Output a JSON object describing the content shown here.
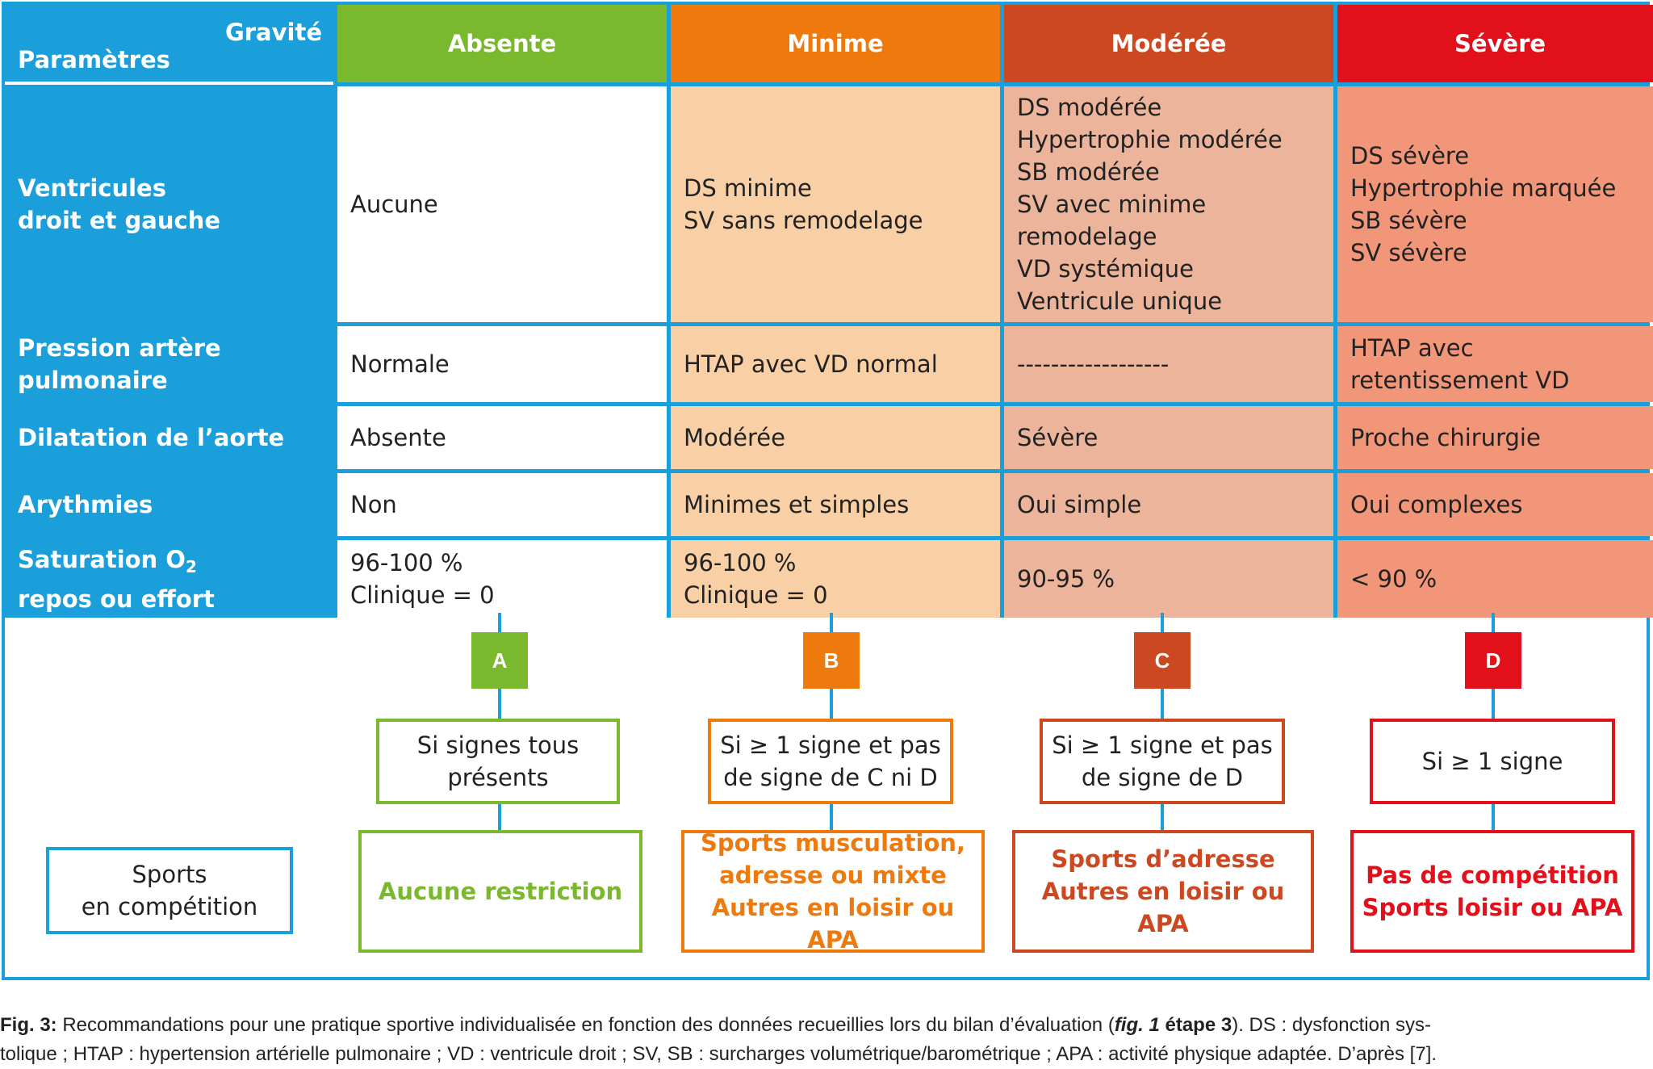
{
  "colors": {
    "border_blue": "#1a9fdb",
    "absente": "#7ab82e",
    "minime": "#ee7a0e",
    "moderee": "#cc4820",
    "severe": "#e2101a",
    "minime_fill": "#f9d0a6",
    "moderee_fill": "#ecb49a",
    "severe_fill": "#f2967a"
  },
  "table": {
    "corner_top": "Gravité",
    "corner_bottom": "Paramètres",
    "headers": [
      "Absente",
      "Minime",
      "Modérée",
      "Sévère"
    ],
    "rows": [
      {
        "param": [
          "Ventricules",
          "droit et gauche"
        ],
        "cells": [
          [
            "Aucune"
          ],
          [
            "DS minime",
            "SV sans remodelage"
          ],
          [
            "DS modérée",
            "Hypertrophie modérée",
            "SB modérée",
            "SV avec minime",
            "remodelage",
            "VD systémique",
            "Ventricule unique"
          ],
          [
            "DS sévère",
            "Hypertrophie marquée",
            "SB sévère",
            "SV sévère"
          ]
        ]
      },
      {
        "param": [
          "Pression artère",
          "pulmonaire"
        ],
        "cells": [
          [
            "Normale"
          ],
          [
            "HTAP avec VD normal"
          ],
          [
            "------------------"
          ],
          [
            "HTAP avec",
            "retentissement VD"
          ]
        ]
      },
      {
        "param": [
          "Dilatation de l’aorte"
        ],
        "cells": [
          [
            "Absente"
          ],
          [
            "Modérée"
          ],
          [
            "Sévère"
          ],
          [
            "Proche chirurgie"
          ]
        ]
      },
      {
        "param": [
          "Arythmies"
        ],
        "cells": [
          [
            "Non"
          ],
          [
            "Minimes et simples"
          ],
          [
            "Oui simple"
          ],
          [
            "Oui complexes"
          ]
        ]
      },
      {
        "param_sat": {
          "line1": "Saturation O",
          "sub": "2",
          "line2": "repos ou effort"
        },
        "cells": [
          [
            "96-100 %",
            "Clinique = 0"
          ],
          [
            "96-100 %",
            "Clinique = 0"
          ],
          [
            "90-95 %"
          ],
          [
            "< 90 %"
          ]
        ]
      }
    ]
  },
  "flow": {
    "sports_label": [
      "Sports",
      "en compétition"
    ],
    "categories": [
      {
        "letter": "A",
        "condition": [
          "Si signes tous",
          "présents"
        ],
        "recommendation": [
          "Aucune restriction"
        ]
      },
      {
        "letter": "B",
        "condition": [
          "Si ≥ 1 signe et pas",
          "de signe de C ni D"
        ],
        "recommendation": [
          "Sports musculation,",
          "adresse ou mixte",
          "Autres en loisir ou APA"
        ]
      },
      {
        "letter": "C",
        "condition": [
          "Si ≥ 1 signe et pas",
          "de signe de D"
        ],
        "recommendation": [
          "Sports d’adresse",
          "Autres en loisir ou APA"
        ]
      },
      {
        "letter": "D",
        "condition": [
          "Si ≥ 1 signe"
        ],
        "recommendation": [
          "Pas de compétition",
          "Sports loisir ou APA"
        ]
      }
    ]
  },
  "caption": {
    "label": "Fig. 3:",
    "text1": " Recommandations pour une pratique sportive individualisée en fonction des données recueillies lors du bilan d’évaluation (",
    "fig_ref": "fig. 1",
    "step": " étape 3",
    "text2": "). DS : dysfonction sys-",
    "line2": "tolique ; HTAP : hypertension artérielle pulmonaire ; VD : ventricule droit ; SV, SB : surcharges volumétrique/barométrique ; APA : activité physique adaptée. D’après [7]."
  }
}
